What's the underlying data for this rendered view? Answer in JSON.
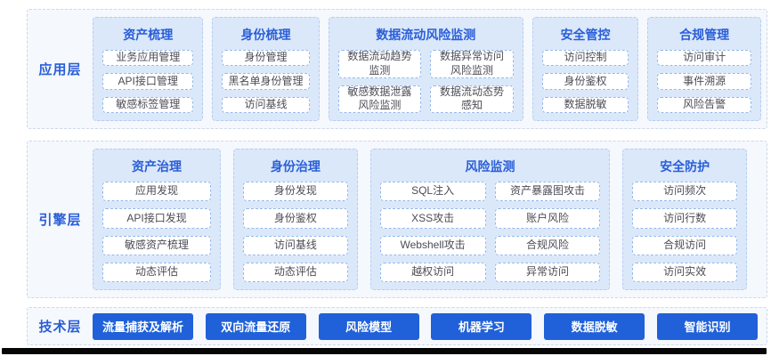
{
  "colors": {
    "accent_blue": "#2a5ed8",
    "button_blue": "#2061d9",
    "layer_bg": "#f5f8fc",
    "card_bg": "#dbe8fa",
    "item_border": "#93b8ec",
    "item_text": "#4c4c56"
  },
  "layers": {
    "application": {
      "label": "应用层",
      "groups": [
        {
          "title": "资产梳理",
          "items": [
            "业务应用管理",
            "API接口管理",
            "敏感标签管理"
          ]
        },
        {
          "title": "身份梳理",
          "items": [
            "身份管理",
            "黑名单身份管理",
            "访问基线"
          ]
        },
        {
          "title": "数据流动风险监测",
          "items": [
            "数据流动趋势监测",
            "数据异常访问风险监测",
            "敏感数据泄露风险监测",
            "数据流动态势感知"
          ]
        },
        {
          "title": "安全管控",
          "items": [
            "访问控制",
            "身份鉴权",
            "数据脱敏"
          ]
        },
        {
          "title": "合规管理",
          "items": [
            "访问审计",
            "事件溯源",
            "风险告警"
          ]
        }
      ]
    },
    "engine": {
      "label": "引擎层",
      "groups": [
        {
          "title": "资产治理",
          "items": [
            "应用发现",
            "API接口发现",
            "敏感资产梳理",
            "动态评估"
          ]
        },
        {
          "title": "身份治理",
          "items": [
            "身份发现",
            "身份鉴权",
            "访问基线",
            "动态评估"
          ]
        },
        {
          "title": "风险监测",
          "items": [
            "SQL注入",
            "资产暴露图攻击",
            "XSS攻击",
            "账户风险",
            "Webshell攻击",
            "合规风险",
            "越权访问",
            "异常访问"
          ]
        },
        {
          "title": "安全防护",
          "items": [
            "访问频次",
            "访问行数",
            "合规访问",
            "访问实效"
          ]
        }
      ]
    },
    "technology": {
      "label": "技术层",
      "buttons": [
        "流量捕获及解析",
        "双向流量还原",
        "风险模型",
        "机器学习",
        "数据脱敏",
        "智能识别"
      ]
    }
  }
}
